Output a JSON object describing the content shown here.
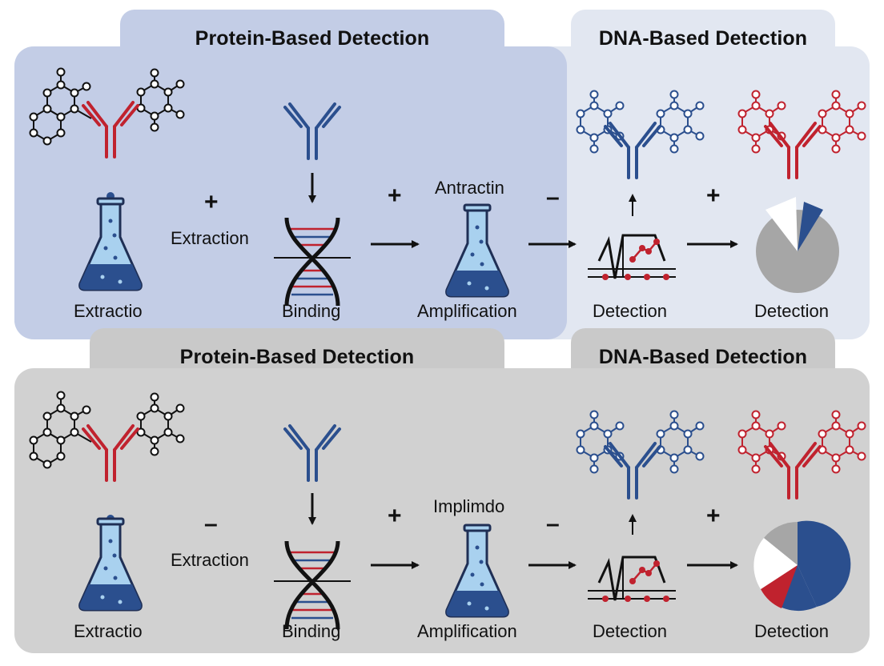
{
  "top": {
    "tab_protein": "Protein-Based Detection",
    "tab_dna": "DNA-Based Detection",
    "label_extraction_side": "Extraction",
    "label_extraction": "Extractio",
    "label_binding": "Binding",
    "label_over_flask": "Antractin",
    "label_amplification": "Amplification",
    "label_detection_1": "Detection",
    "label_detection_2": "Detection",
    "sym_1": "+",
    "sym_2": "+",
    "sym_3": "–",
    "sym_4": "+"
  },
  "bottom": {
    "tab_protein": "Protein-Based Detection",
    "tab_dna": "DNA-Based Detection",
    "label_extraction_side": "Extraction",
    "label_extraction": "Extractio",
    "label_binding": "Binding",
    "label_over_flask": "Implimdo",
    "label_amplification": "Amplification",
    "label_detection_1": "Detection",
    "label_detection_2": "Detection",
    "sym_1": "–",
    "sym_2": "+",
    "sym_3": "–",
    "sym_4": "+"
  },
  "colors": {
    "blue": "#2b4f8e",
    "red": "#c0222e",
    "gray": "#9a9a9a",
    "light_blue": "#a9d1ef"
  }
}
